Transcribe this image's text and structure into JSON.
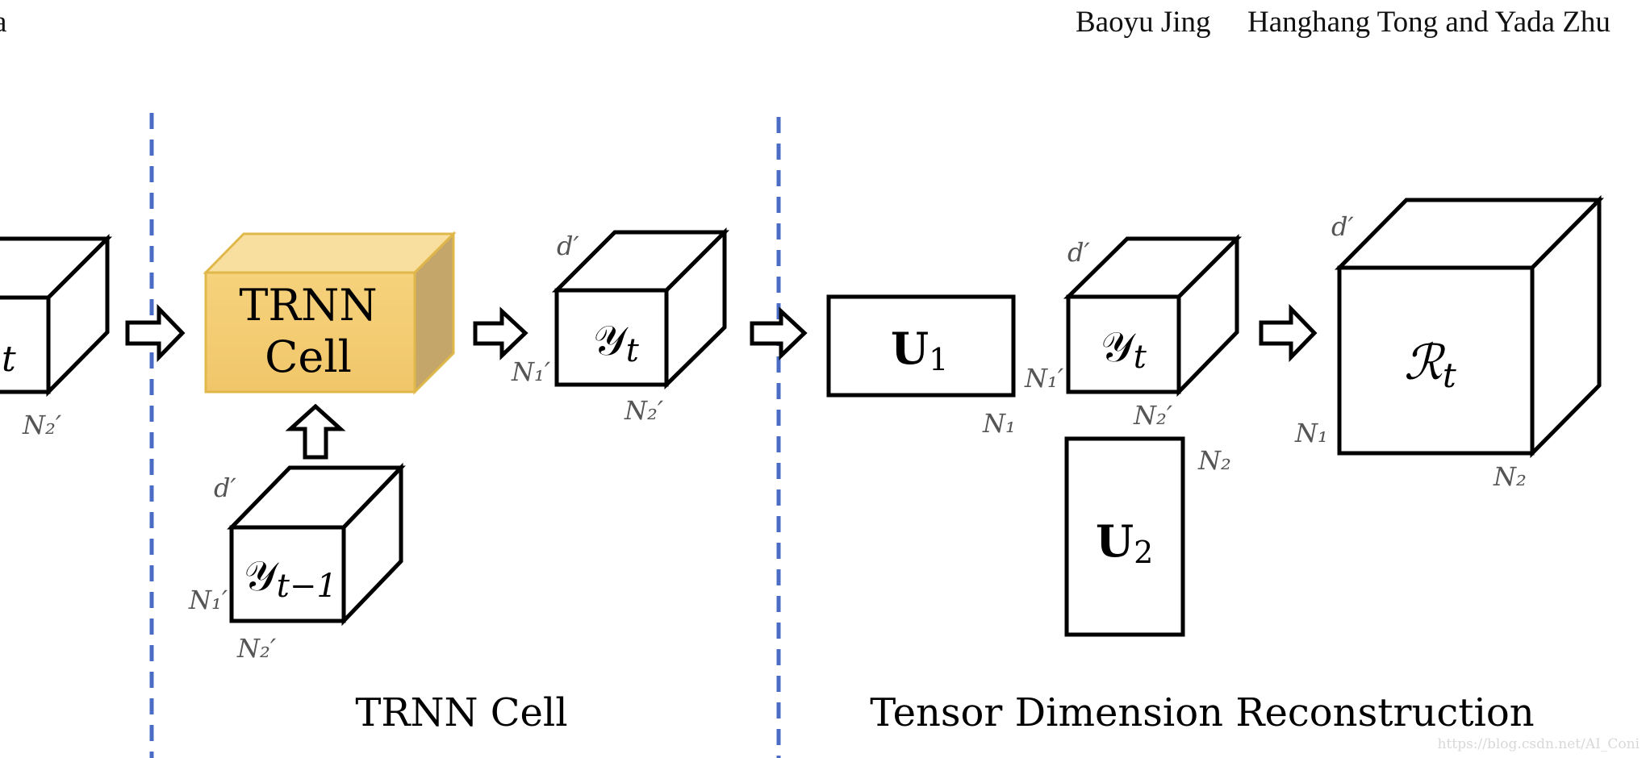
{
  "header": {
    "cropped_left": "a",
    "author1": "Baoyu Jing",
    "author2": "Hanghang Tong and Yada Zhu"
  },
  "colors": {
    "divider": "#4a6cc4",
    "cell_front": "#f3cc74",
    "cell_top": "#f7dd9a",
    "cell_side": "#c4a56a",
    "cell_border": "#e0b84a",
    "dim_label": "#555555"
  },
  "left_partial": {
    "tensor_sub": "t",
    "dim_bottom": "N₂′"
  },
  "trnn_block": {
    "line1": "TRNN",
    "line2": "Cell"
  },
  "prev_tensor": {
    "symbol": "𝒴",
    "sub": "t−1",
    "dim_top": "d′",
    "dim_left": "N₁′",
    "dim_bottom": "N₂′"
  },
  "out_tensor": {
    "symbol": "𝒴",
    "sub": "t",
    "dim_top": "d′",
    "dim_left": "N₁′",
    "dim_bottom": "N₂′"
  },
  "u1": {
    "symbol": "U",
    "sub": "1",
    "dim_bottom": "N₁"
  },
  "mid_tensor": {
    "symbol": "𝒴",
    "sub": "t",
    "dim_top": "d′",
    "dim_left": "N₁′",
    "dim_bottom": "N₂′"
  },
  "u2": {
    "symbol": "U",
    "sub": "2",
    "dim_right": "N₂"
  },
  "result_tensor": {
    "symbol": "ℛ",
    "sub": "t",
    "dim_top": "d′",
    "dim_left": "N₁",
    "dim_bottom": "N₂"
  },
  "section_labels": {
    "trnn": "TRNN Cell",
    "reconstruction": "Tensor Dimension Reconstruction"
  },
  "watermark": "https://blog.csdn.net/AI_Coni"
}
